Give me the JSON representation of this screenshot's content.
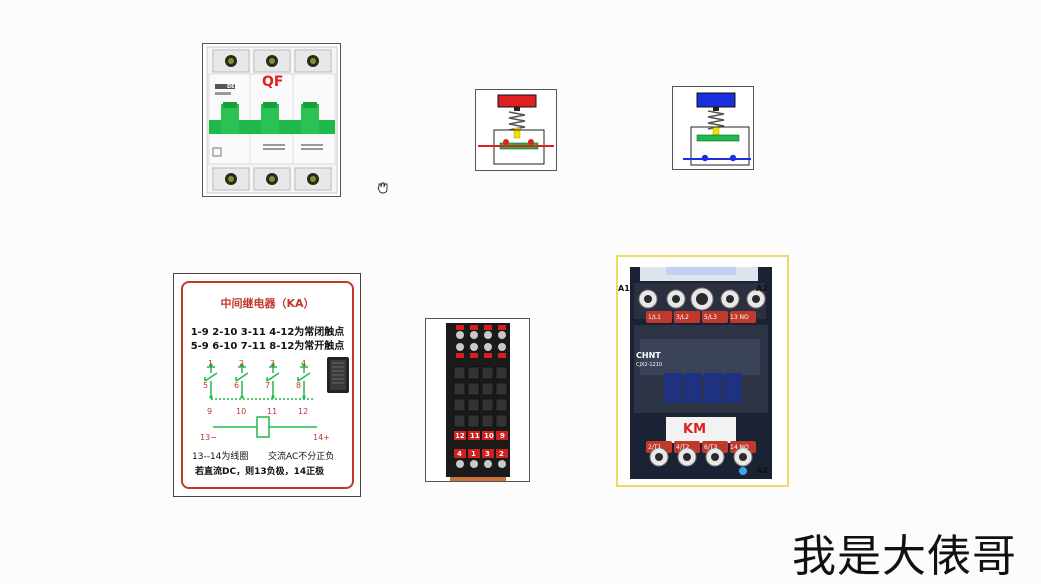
{
  "breaker": {
    "label": "QF",
    "brand": "DELI"
  },
  "push_buttons": [
    {
      "name": "normally-closed-button",
      "color": "#e02020"
    },
    {
      "name": "normally-open-button",
      "color": "#1a2fe0"
    }
  ],
  "relay_card": {
    "title": "中间继电器（KA）",
    "line1": "1-9 2-10 3-11 4-12为常闭触点",
    "line2": "5-9 6-10 7-11 8-12为常开触点",
    "top_nums": [
      "1",
      "2",
      "3",
      "4"
    ],
    "mid_nums": [
      "5",
      "6",
      "7",
      "8"
    ],
    "bot_nums": [
      "9",
      "10",
      "11",
      "12"
    ],
    "coil_minus": "13−",
    "coil_plus": "14+",
    "note1": "13--14为线圈",
    "note2": "交流AC不分正负",
    "note3": "若直流DC，则13负极，14正极"
  },
  "relay_socket": {
    "bottom_top_row": [
      "12",
      "11",
      "10",
      "9"
    ],
    "bottom_row": [
      "4",
      "1",
      "3",
      "2"
    ]
  },
  "contactor": {
    "brand": "CHNT",
    "model": "CJX2-1210",
    "tag": "KM",
    "a1": "A1",
    "a2_top": "A2",
    "a2_bottom": "A2",
    "top_terminals": [
      "1/L1",
      "3/L2",
      "5/L3",
      "13 NO"
    ],
    "bottom_terminals": [
      "2/T1",
      "4/T2",
      "6/T3",
      "14 NO"
    ]
  },
  "watermark": "我是大俵哥",
  "colors": {
    "green": "#1fb84a",
    "red": "#e02020",
    "blue": "#1a2fe0",
    "yellow": "#f0e000"
  }
}
